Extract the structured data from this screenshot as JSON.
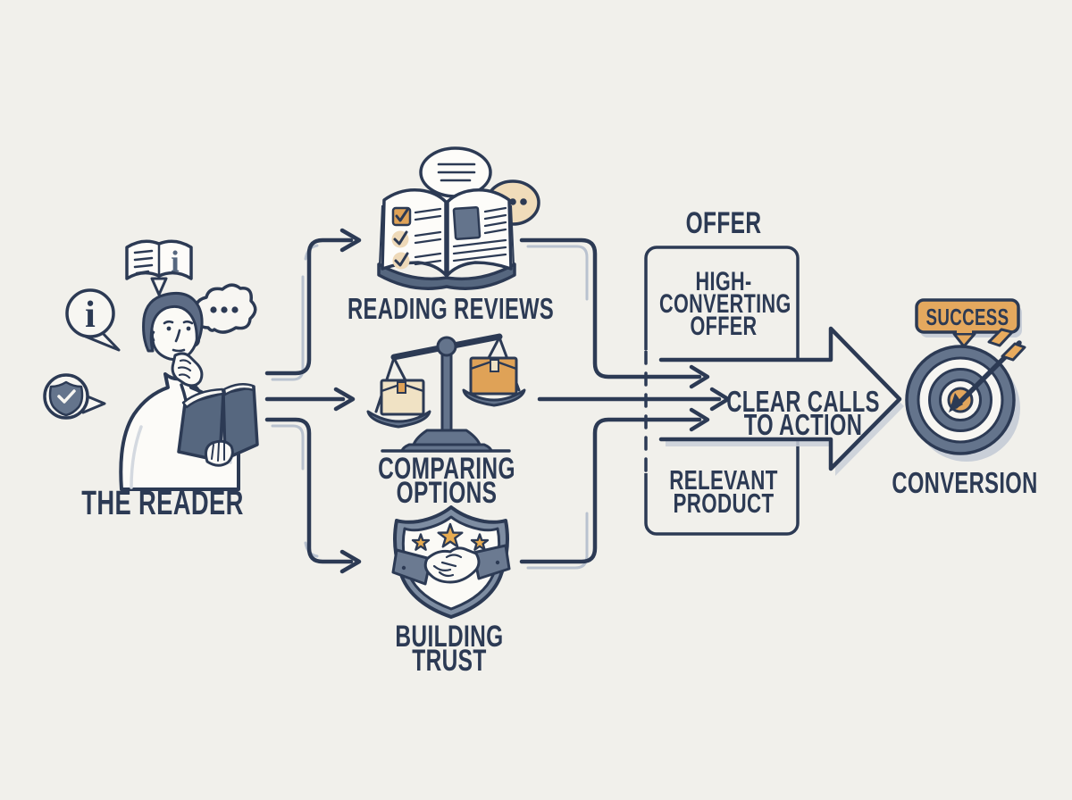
{
  "illustration": {
    "reader": {
      "label": "THE READER"
    },
    "steps": {
      "reading_reviews": {
        "label": "READING REVIEWS"
      },
      "comparing_options": {
        "label": "COMPARING\nOPTIONS"
      },
      "building_trust": {
        "label": "BUILDING\nTRUST"
      }
    },
    "offer": {
      "title": "OFFER",
      "high_converting": "HIGH-\nCONVERTING\nOFFER",
      "clear_calls": "CLEAR CALLS\nTO ACTION",
      "relevant_product": "RELEVANT\nPRODUCT"
    },
    "result": {
      "badge": "SUCCESS",
      "label": "CONVERSION"
    },
    "colors": {
      "background": "#f1f0eb",
      "ink": "#2c3a54",
      "slate": "#64748c",
      "slate_dark": "#56677f",
      "slate_light": "#7e8da2",
      "tan": "#f0dcba",
      "tan_box": "#f0e2c4",
      "orange": "#dfa257",
      "gold": "#e7ac52",
      "accent_light": "#b9c2cf",
      "shadow": "#c9cfd8"
    },
    "icons": [
      "open-book-info-icon",
      "info-speech-bubble-icon",
      "thought-cloud-icon",
      "shield-check-bubble-icon",
      "reader-person-icon",
      "review-book-icon",
      "comment-bubble-icon",
      "dots-bubble-icon",
      "balance-scale-icon",
      "trust-shield-icon",
      "handshake-icon",
      "star-icon",
      "offer-arrow-icon",
      "target-icon",
      "arrow-hit-icon",
      "success-badge-icon"
    ]
  }
}
